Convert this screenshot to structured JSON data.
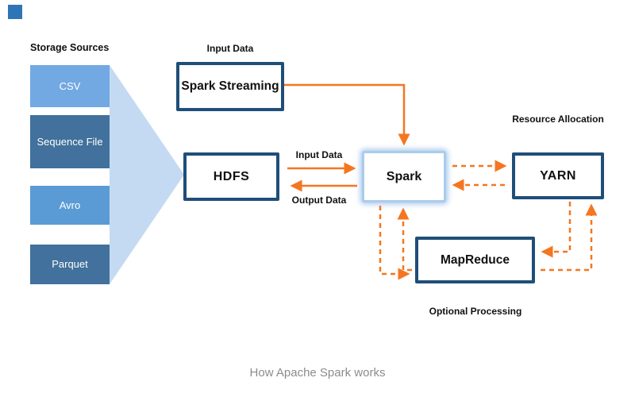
{
  "page": {
    "caption": "How Apache Spark works"
  },
  "storage": {
    "heading": "Storage Sources",
    "items": [
      {
        "label": "CSV",
        "color": "#72A9E2"
      },
      {
        "label": "Sequence File",
        "color": "#41719C"
      },
      {
        "label": "Avro",
        "color": "#5B9BD5"
      },
      {
        "label": "Parquet",
        "color": "#41719C"
      }
    ]
  },
  "nodes": {
    "spark_streaming": {
      "label": "Spark Streaming",
      "caption_above": "Input Data"
    },
    "hdfs": {
      "label": "HDFS"
    },
    "spark": {
      "label": "Spark"
    },
    "yarn": {
      "label": "YARN",
      "caption_above": "Resource Allocation"
    },
    "mapreduce": {
      "label": "MapReduce",
      "caption_below": "Optional Processing"
    }
  },
  "edge_labels": {
    "hdfs_to_spark": "Input Data",
    "spark_to_hdfs": "Output Data"
  },
  "colors": {
    "box_border": "#1F4E79",
    "arrow_orange": "#F57620",
    "funnel_fill": "#C4DAF2",
    "spark_glow_border": "#A9CCED",
    "caption_gray": "#8C8C8C",
    "logo_blue": "#2E75B6"
  }
}
